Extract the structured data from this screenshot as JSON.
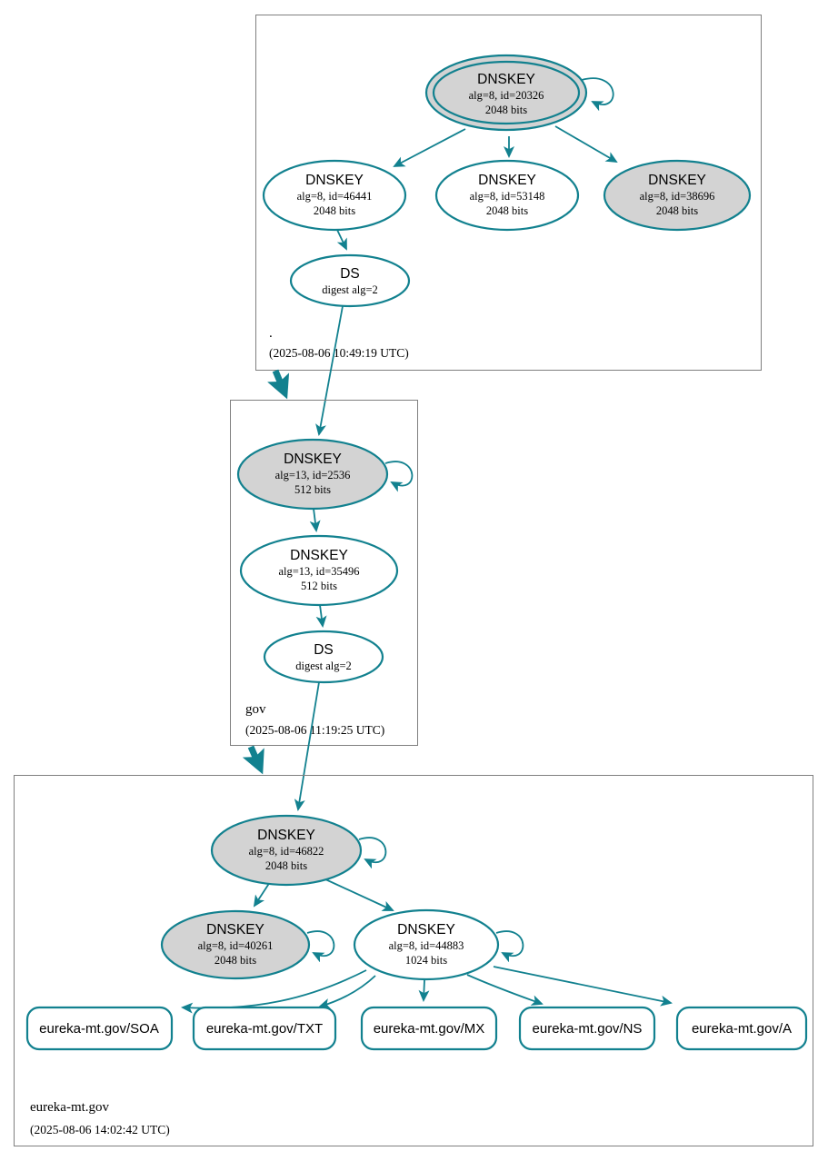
{
  "colors": {
    "accent_teal": "#12818f",
    "node_fill_gray": "#d3d3d3",
    "node_fill_white": "#ffffff",
    "zone_border_gray": "#7f7f7f",
    "text": "#000000"
  },
  "zones": [
    {
      "name": ".",
      "timestamp": "(2025-08-06 10:49:19 UTC)",
      "nodes": {
        "ksk": {
          "title": "DNSKEY",
          "detail1": "alg=8, id=20326",
          "detail2": "2048 bits"
        },
        "key46441": {
          "title": "DNSKEY",
          "detail1": "alg=8, id=46441",
          "detail2": "2048 bits"
        },
        "key53148": {
          "title": "DNSKEY",
          "detail1": "alg=8, id=53148",
          "detail2": "2048 bits"
        },
        "key38696": {
          "title": "DNSKEY",
          "detail1": "alg=8, id=38696",
          "detail2": "2048 bits"
        },
        "ds": {
          "title": "DS",
          "detail1": "digest alg=2"
        }
      }
    },
    {
      "name": "gov",
      "timestamp": "(2025-08-06 11:19:25 UTC)",
      "nodes": {
        "ksk": {
          "title": "DNSKEY",
          "detail1": "alg=13, id=2536",
          "detail2": "512 bits"
        },
        "zsk": {
          "title": "DNSKEY",
          "detail1": "alg=13, id=35496",
          "detail2": "512 bits"
        },
        "ds": {
          "title": "DS",
          "detail1": "digest alg=2"
        }
      }
    },
    {
      "name": "eureka-mt.gov",
      "timestamp": "(2025-08-06 14:02:42 UTC)",
      "nodes": {
        "ksk": {
          "title": "DNSKEY",
          "detail1": "alg=8, id=46822",
          "detail2": "2048 bits"
        },
        "key40261": {
          "title": "DNSKEY",
          "detail1": "alg=8, id=40261",
          "detail2": "2048 bits"
        },
        "zsk": {
          "title": "DNSKEY",
          "detail1": "alg=8, id=44883",
          "detail2": "1024 bits"
        }
      },
      "rrsets": [
        {
          "label": "eureka-mt.gov/SOA"
        },
        {
          "label": "eureka-mt.gov/TXT"
        },
        {
          "label": "eureka-mt.gov/MX"
        },
        {
          "label": "eureka-mt.gov/NS"
        },
        {
          "label": "eureka-mt.gov/A"
        }
      ]
    }
  ]
}
